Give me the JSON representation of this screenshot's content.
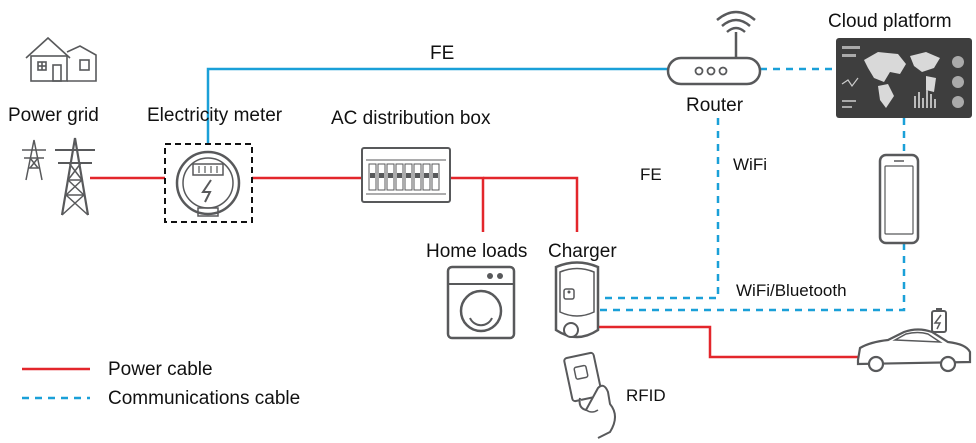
{
  "labels": {
    "power_grid": "Power grid",
    "electricity_meter": "Electricity meter",
    "ac_distribution_box": "AC distribution box",
    "home_loads": "Home loads",
    "charger": "Charger",
    "router": "Router",
    "cloud_platform": "Cloud platform",
    "fe_top": "FE",
    "fe_mid": "FE",
    "wifi": "WiFi",
    "wifi_bluetooth": "WiFi/Bluetooth",
    "rfid": "RFID"
  },
  "legend": {
    "power_cable": "Power cable",
    "communications_cable": "Communications cable"
  },
  "colors": {
    "power_cable": "#e3262b",
    "communications_cable": "#1aa0d8",
    "device_gray": "#58595b"
  },
  "icons": [
    "house-icon",
    "transmission-tower-icon",
    "electricity-meter-icon",
    "distribution-box-icon",
    "washing-machine-icon",
    "charger-icon",
    "router-icon",
    "cloud-platform-icon",
    "smartphone-icon",
    "electric-car-icon",
    "rfid-card-icon"
  ]
}
